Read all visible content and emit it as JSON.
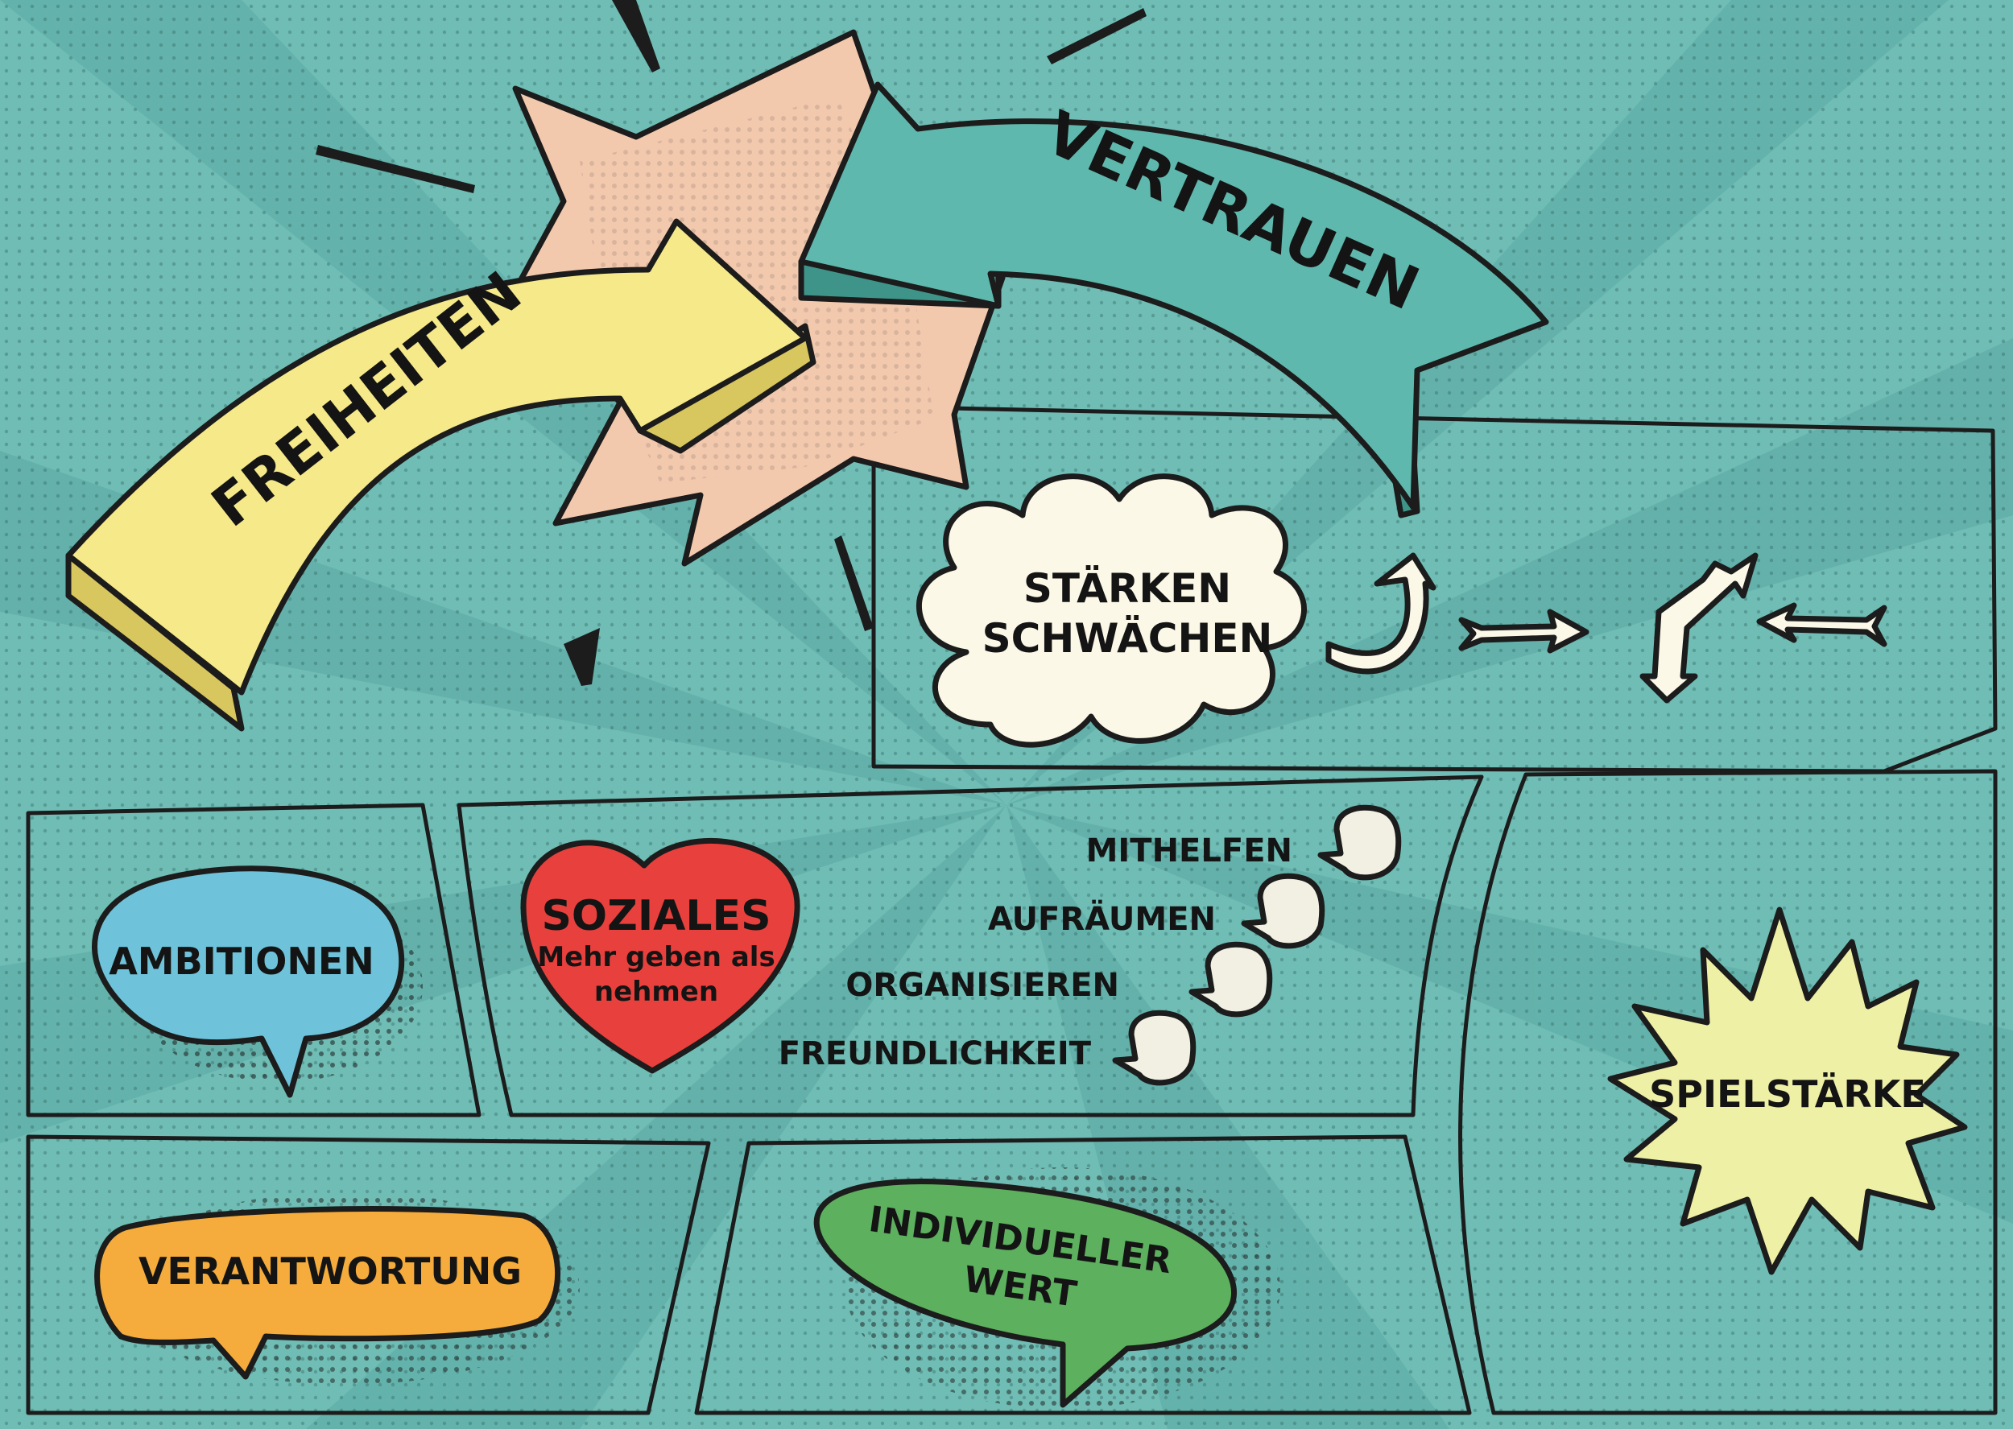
{
  "arrows": {
    "freiheiten": "FREIHEITEN",
    "vertrauen": "VERTRAUEN"
  },
  "cloud": {
    "line1": "STÄRKEN",
    "line2": "SCHWÄCHEN"
  },
  "ambitionen": "AMBITIONEN",
  "soziales": {
    "title": "SOZIALES",
    "line1": "Mehr geben als",
    "line2": "nehmen"
  },
  "social_items": [
    "MITHELFEN",
    "AUFRÄUMEN",
    "ORGANISIEREN",
    "FREUNDLICHKEIT"
  ],
  "verantwortung": "VERANTWORTUNG",
  "individueller": {
    "line1": "INDIVIDUELLER",
    "line2": "WERT"
  },
  "spielstaerke": "SPIELSTÄRKE",
  "icons": [
    "curved-arrow-icon",
    "right-arrow-icon",
    "zigzag-arrow-icon",
    "left-arrow-icon"
  ],
  "colors": {
    "background": "#6fbdb5",
    "freiheiten_arrow": "#f6e98a",
    "vertrauen_arrow": "#5fb8ad",
    "burst": "#f3c9ae",
    "cloud": "#fbf8e8",
    "ambitionen_bubble": "#6ec3da",
    "soziales_heart": "#e8403d",
    "verantwortung_bubble": "#f5ac3c",
    "individueller_bubble": "#5cb05e",
    "spielstaerke_burst": "#eef0a6"
  }
}
